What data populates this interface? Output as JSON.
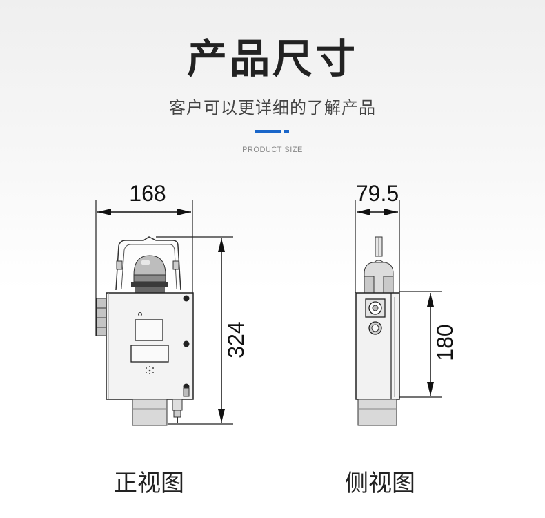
{
  "header": {
    "title": "产品尺寸",
    "subtitle": "客户可以更详细的了解产品",
    "caption": "PRODUCT SIZE",
    "accent_color": "#1a66c9"
  },
  "front_view": {
    "label": "正视图",
    "width_dim": "168",
    "height_dim": "324"
  },
  "side_view": {
    "label": "侧视图",
    "width_dim": "79.5",
    "height_dim": "180"
  }
}
